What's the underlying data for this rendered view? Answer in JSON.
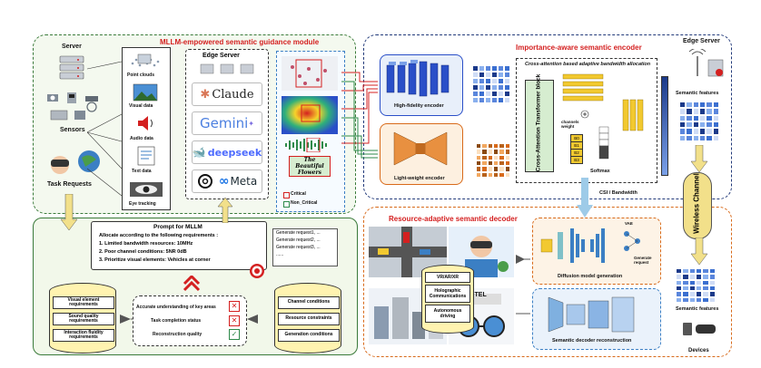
{
  "regions": {
    "mllm": {
      "title": "MLLM-empowered semantic guidance module"
    },
    "encoder": {
      "title": "Importance-aware semantic encoder"
    },
    "decoder": {
      "title": "Resource-adaptive semantic decoder"
    }
  },
  "left": {
    "server": "Server",
    "sensors": "Sensors",
    "task_requests": "Task Requests"
  },
  "modalities": [
    "Point clouds",
    "Visual data",
    "Audio data",
    "Text data",
    "Eye tracking"
  ],
  "edge_server": {
    "title": "Edge Server",
    "llms": [
      {
        "name": "Claude",
        "icon": "claude-icon"
      },
      {
        "name": "Gemini",
        "icon": "gemini-icon"
      },
      {
        "name": "deepseek",
        "icon": "deepseek-icon"
      },
      {
        "name": "Meta",
        "icon": "openai-icon"
      }
    ]
  },
  "features": {
    "beautiful_text": "The Beautiful Flowers",
    "legend": [
      "Critical",
      "Non_Critical"
    ]
  },
  "prompt": {
    "title": "Prompt for MLLM",
    "intro": "Allocate according to the following requirements :",
    "items": [
      "1. Limited bandwidth resources: 10MHz",
      "2. Poor channel conditions: 5NR 0dB",
      "3. Prioritize visual elements: Vehicles at corner"
    ],
    "generate": [
      "Generate request1, ...",
      "Generate request2, ...",
      "Generate request3, ...",
      "......"
    ]
  },
  "requirements": [
    "Visual element requirements",
    "Sound quality requirements",
    "Interaction fluidity requirements"
  ],
  "checks": [
    {
      "label": "Accurate understanding of key areas",
      "status": "✕"
    },
    {
      "label": "Task completion status",
      "status": "✕"
    },
    {
      "label": "Reconstruction quality",
      "status": "✓"
    }
  ],
  "conditions": [
    "Channel conditions",
    "Resource constraints",
    "Generation conditions"
  ],
  "encoder": {
    "edge_server": "Edge Server",
    "high_fidelity": "High-fidelity encoder",
    "light_weight": "Light-weight encoder",
    "cross_attn_title": "Cross-attention based adaptive bandwidth allocation",
    "transformer": "Cross-Attention Transformer block",
    "channels_weight": "channels weight",
    "softmax": "Softmax",
    "semantic_features": "Semantic features",
    "csi": "CSI / Bandwidth",
    "tokens": [
      "B0",
      "B1",
      "B2",
      "B3"
    ]
  },
  "wireless": "Wireless Channel",
  "decoder": {
    "apps": [
      "VR/AR/XR",
      "Holographic Communications",
      "Autonomous driving"
    ],
    "hotel": "HOTEL",
    "vae": "VAE",
    "generate_request": "Generate request",
    "diffusion": "Diffusion model generation",
    "reconstruction": "Semantic decoder reconstruction",
    "semantic_features": "Semantic features",
    "devices": "Devices"
  }
}
